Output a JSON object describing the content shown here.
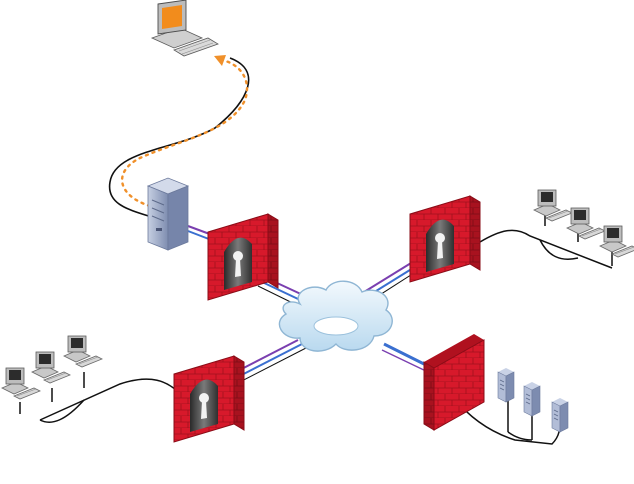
{
  "diagram": {
    "type": "network-topology",
    "nodes": [
      {
        "id": "remote-workstation",
        "kind": "workstation",
        "screen": "orange"
      },
      {
        "id": "server",
        "kind": "tower-server"
      },
      {
        "id": "firewall-northwest",
        "kind": "firewall"
      },
      {
        "id": "firewall-northeast",
        "kind": "firewall"
      },
      {
        "id": "firewall-southwest",
        "kind": "firewall"
      },
      {
        "id": "firewall-southeast",
        "kind": "firewall-brick-wall"
      },
      {
        "id": "internet-cloud",
        "kind": "cloud"
      },
      {
        "id": "lan-east",
        "kind": "workstation-group",
        "count": 3
      },
      {
        "id": "lan-west",
        "kind": "workstation-group",
        "count": 3
      },
      {
        "id": "server-farm",
        "kind": "server-group",
        "count": 3
      }
    ],
    "links": [
      {
        "from": "remote-workstation",
        "to": "server",
        "style": "solid"
      },
      {
        "from": "server",
        "to": "remote-workstation",
        "style": "dotted-arrow"
      },
      {
        "from": "server",
        "to": "firewall-northwest",
        "style": "tunnel"
      },
      {
        "from": "firewall-northwest",
        "to": "internet-cloud",
        "style": "tunnel"
      },
      {
        "from": "firewall-northeast",
        "to": "internet-cloud",
        "style": "tunnel"
      },
      {
        "from": "firewall-southwest",
        "to": "internet-cloud",
        "style": "tunnel"
      },
      {
        "from": "firewall-southeast",
        "to": "internet-cloud",
        "style": "tunnel"
      },
      {
        "from": "firewall-northeast",
        "to": "lan-east",
        "style": "solid"
      },
      {
        "from": "firewall-southwest",
        "to": "lan-west",
        "style": "solid"
      },
      {
        "from": "firewall-southeast",
        "to": "server-farm",
        "style": "solid"
      }
    ],
    "colors": {
      "firewall_red": "#d7192b",
      "firewall_dark": "#9e0f1c",
      "cloud_fill": "#d8ecf8",
      "cloud_stroke": "#8fb6d4",
      "dotted_arrow": "#f0902a",
      "tunnel_purple": "#7a3fb0",
      "tunnel_blue": "#3a6fd0",
      "server_blue": "#9aa8c8",
      "monitor_orange": "#f28c1c"
    }
  }
}
